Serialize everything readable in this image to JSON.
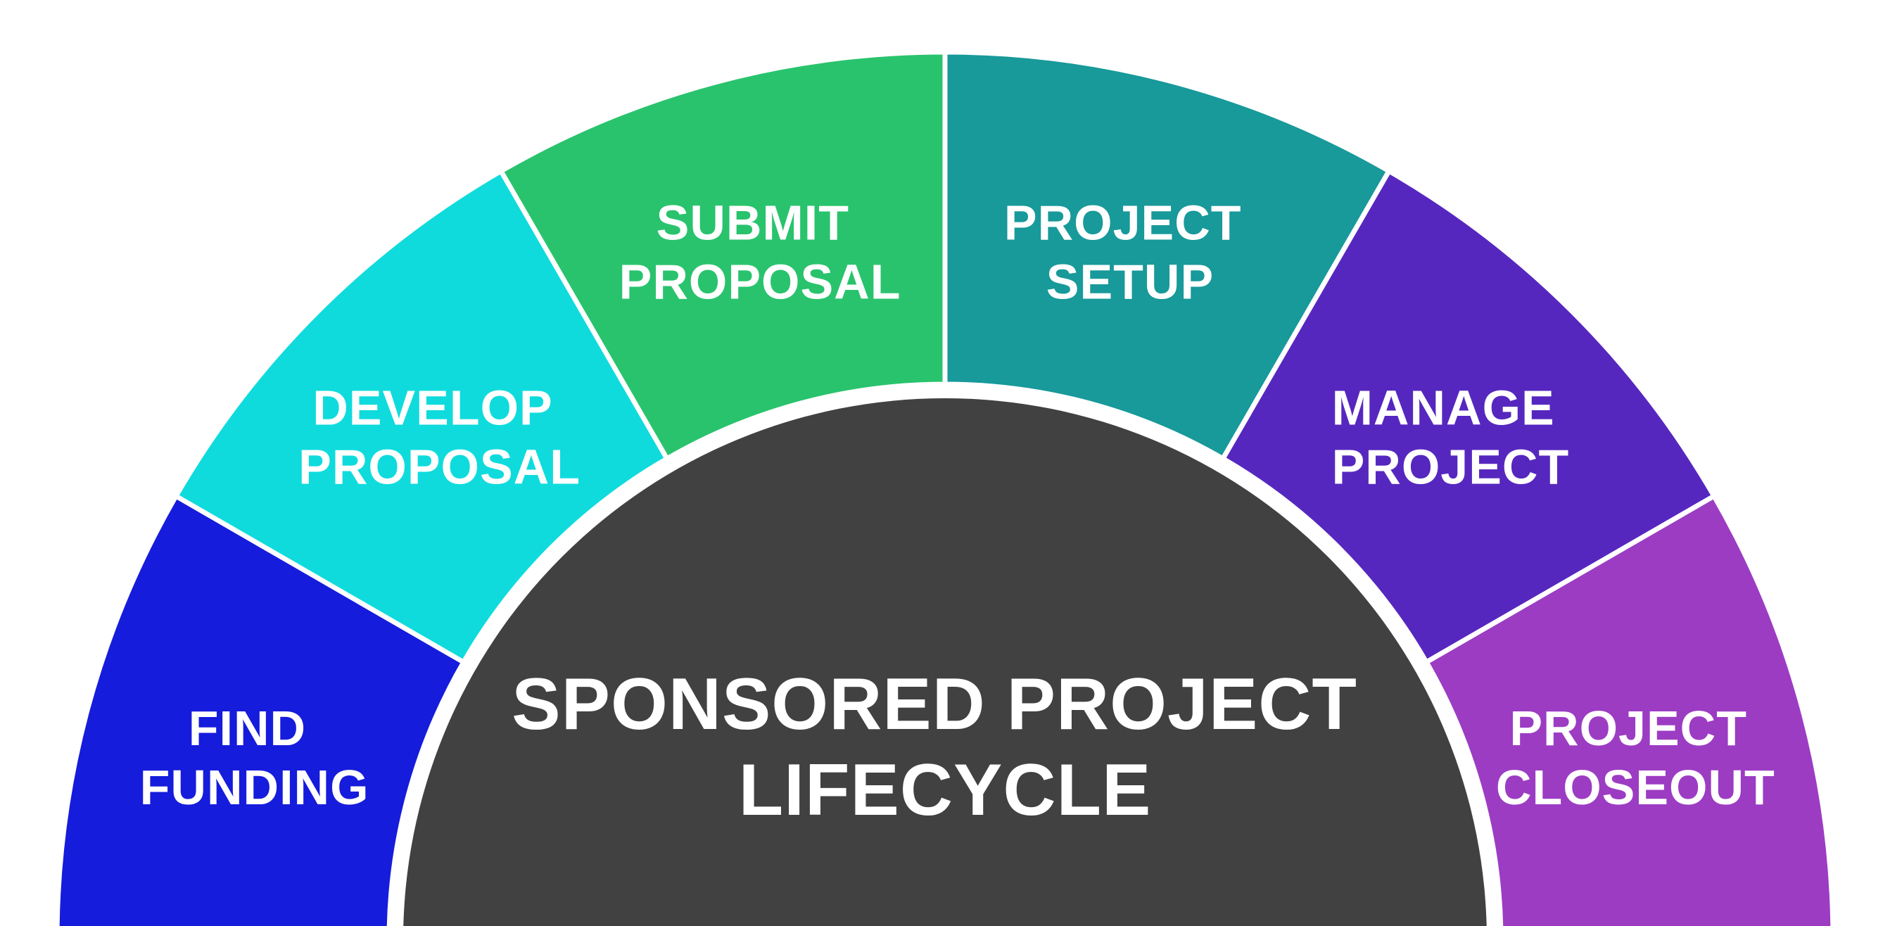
{
  "center": {
    "line1": "SPONSORED PROJECT",
    "line2": "LIFECYCLE",
    "color": "#414141"
  },
  "stages": [
    {
      "line1": "FIND",
      "line2": "FUNDING",
      "color": "#161cdb"
    },
    {
      "line1": "DEVELOP",
      "line2": "PROPOSAL",
      "color": "#0fdbdd"
    },
    {
      "line1": "SUBMIT",
      "line2": "PROPOSAL",
      "color": "#29c36d"
    },
    {
      "line1": "PROJECT",
      "line2": "SETUP",
      "color": "#18999a"
    },
    {
      "line1": "MANAGE",
      "line2": "PROJECT",
      "color": "#5627bf"
    },
    {
      "line1": "PROJECT",
      "line2": "CLOSEOUT",
      "color": "#9c3cc3"
    }
  ],
  "colors": {
    "background": "#ffffff",
    "separator": "#ffffff",
    "text": "#ffffff"
  }
}
